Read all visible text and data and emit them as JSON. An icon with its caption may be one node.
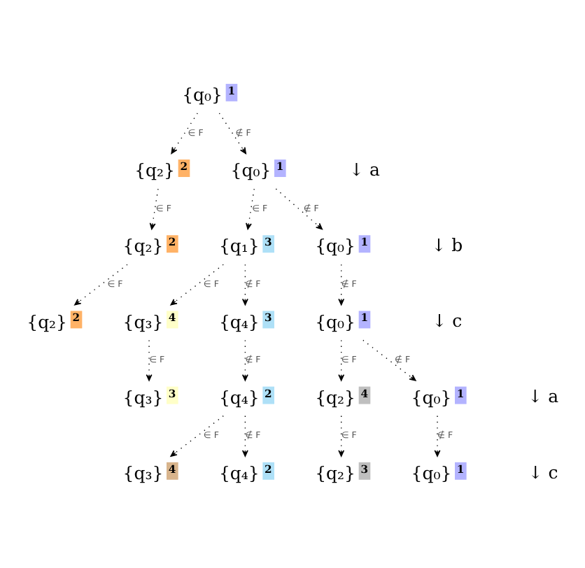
{
  "diagram": {
    "nodes": [
      {
        "text": [
          "{q₀}",
          "1"
        ]
      },
      {
        "text": [
          "{q₂}",
          "2"
        ]
      },
      {
        "text": [
          "{q₀}",
          "1"
        ]
      },
      {
        "text": [
          "{q₂}",
          "2"
        ]
      },
      {
        "text": [
          "{q₁}",
          "3"
        ]
      },
      {
        "text": [
          "{q₀}",
          "1"
        ]
      },
      {
        "text": [
          "{q₂}",
          "2"
        ]
      },
      {
        "text": [
          "{q₃}",
          "4"
        ]
      },
      {
        "text": [
          "{q₄}",
          "3"
        ]
      },
      {
        "text": [
          "{q₀}",
          "1"
        ]
      },
      {
        "text": [
          "{q₃}",
          "3"
        ]
      },
      {
        "text": [
          "{q₄}",
          "2"
        ]
      },
      {
        "text": [
          "{q₂}",
          "4"
        ]
      },
      {
        "text": [
          "{q₀}",
          "1"
        ]
      },
      {
        "text": [
          "{q₃}",
          "4"
        ]
      },
      {
        "text": [
          "{q₄}",
          "2"
        ]
      },
      {
        "text": [
          "{q₂}",
          "3"
        ]
      },
      {
        "text": [
          "{q₀}",
          "1"
        ]
      }
    ],
    "edges": [
      {
        "from": 0,
        "to": 1,
        "arrow": "to",
        "label": "∈ F"
      },
      {
        "from": 0,
        "to": 2,
        "arrow": "to",
        "label": "∉ F"
      },
      {
        "from": 1,
        "to": 3,
        "arrow": "to",
        "label": "∈ F"
      },
      {
        "from": 2,
        "to": 4,
        "arrow": "to",
        "label": "∈ F"
      },
      {
        "from": 2,
        "to": 5,
        "arrow": "to",
        "label": "∉ F"
      },
      {
        "from": 3,
        "to": 6,
        "arrow": "to",
        "label": "∈ F"
      },
      {
        "from": 4,
        "to": 7,
        "arrow": "to",
        "label": "∈ F"
      },
      {
        "from": 4,
        "to": 8,
        "arrow": "to",
        "label": "∉ F"
      },
      {
        "from": 5,
        "to": 9,
        "arrow": "to",
        "label": "∉ F"
      },
      {
        "from": 7,
        "to": 10,
        "arrow": "to",
        "label": "∈ F"
      },
      {
        "from": 8,
        "to": 11,
        "arrow": "to",
        "label": "∉ F"
      },
      {
        "from": 9,
        "to": 12,
        "arrow": "to",
        "label": "∈ F"
      },
      {
        "from": 9,
        "to": 13,
        "arrow": "to",
        "label": "∉ F"
      },
      {
        "from": 11,
        "to": 14,
        "arrow": "to",
        "label": "∈ F"
      },
      {
        "from": 11,
        "to": 15,
        "arrow": "to",
        "label": "∉ F"
      },
      {
        "from": 12,
        "to": 16,
        "arrow": "to",
        "label": "∈ F"
      },
      {
        "from": 13,
        "to": 17,
        "arrow": "to",
        "label": "∉ F"
      }
    ],
    "labels": [
      "↓ a",
      "↓ b",
      "↓ c",
      "↓ a",
      "↓ c"
    ]
  }
}
